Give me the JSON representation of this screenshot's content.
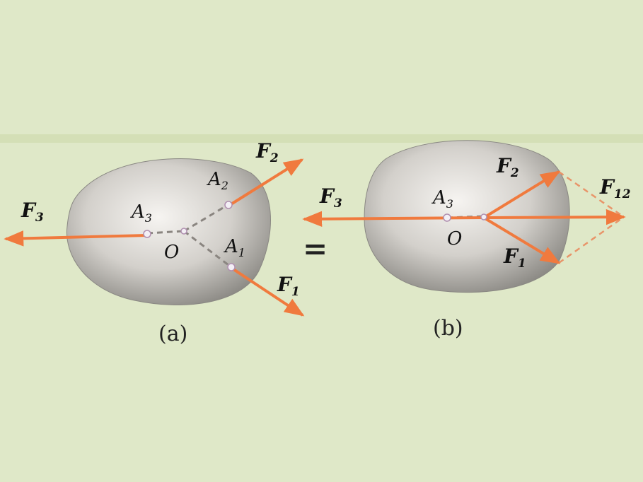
{
  "colors": {
    "background": "#dfe8c8",
    "band": "#d7e2bb",
    "body_light": "#f3f1ee",
    "body_dark": "#8c8a85",
    "force": "#f07a3e",
    "dash": "#8a8580"
  },
  "diagram_a": {
    "caption": "(a)",
    "labels": {
      "F3": "F",
      "F3_sub": "3",
      "A3": "A",
      "A3_sub": "3",
      "O": "O",
      "A2": "A",
      "A2_sub": "2",
      "F2": "F",
      "F2_sub": "2",
      "A1": "A",
      "A1_sub": "1",
      "F1": "F",
      "F1_sub": "1"
    }
  },
  "equals": "=",
  "diagram_b": {
    "caption": "(b)",
    "labels": {
      "F3": "F",
      "F3_sub": "3",
      "A3": "A",
      "A3_sub": "3",
      "O": "O",
      "F2": "F",
      "F2_sub": "2",
      "F1": "F",
      "F1_sub": "1",
      "F12": "F",
      "F12_sub": "12"
    }
  }
}
